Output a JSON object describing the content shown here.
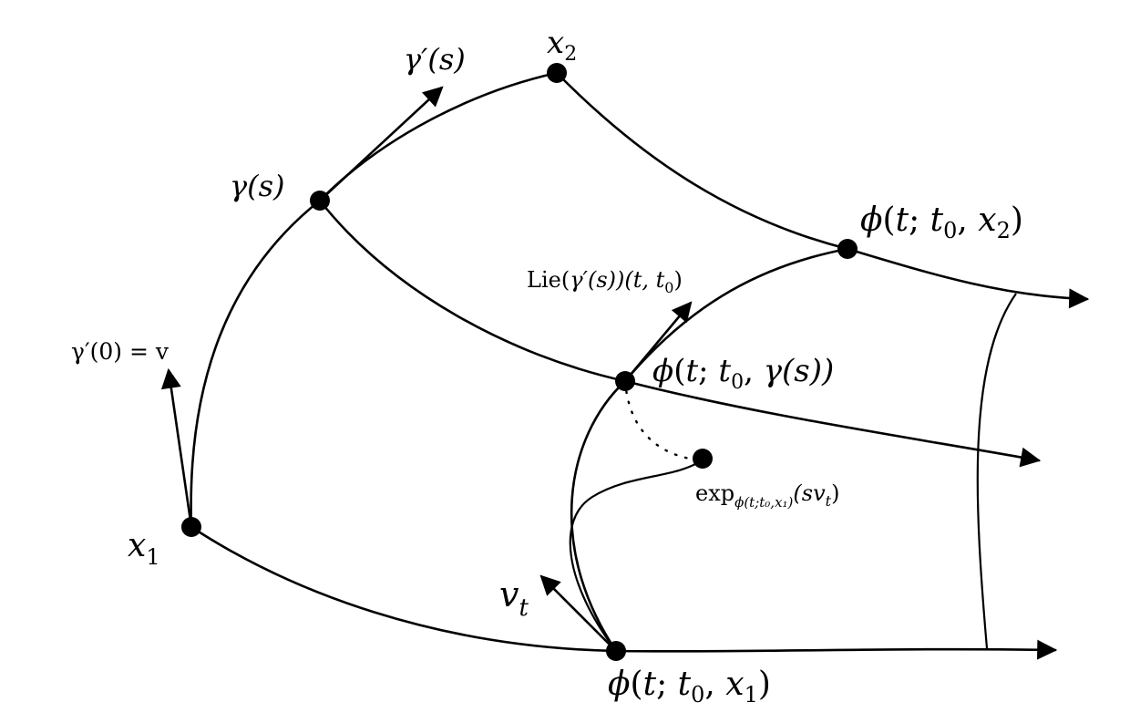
{
  "labels": {
    "x1": {
      "base": "x",
      "sub": "1"
    },
    "x2": {
      "base": "x",
      "sub": "2"
    },
    "gamma_s": {
      "text": "γ(s)"
    },
    "gamma_prime_s": {
      "g": "γ",
      "rest": "′(s)"
    },
    "gamma_prime_0": {
      "text": "γ′(0) = v"
    },
    "phi_x2": {
      "phi": "ϕ",
      "open": "(",
      "t": "t",
      "sep1": "; ",
      "t0": "t",
      "t0sub": "0",
      "sep2": ", ",
      "x": "x",
      "xsub": "2",
      "close": ")"
    },
    "phi_x1": {
      "phi": "ϕ",
      "open": "(",
      "t": "t",
      "sep1": "; ",
      "t0": "t",
      "t0sub": "0",
      "sep2": ", ",
      "x": "x",
      "xsub": "1",
      "close": ")"
    },
    "phi_gamma": {
      "phi": "ϕ",
      "open": "(",
      "t": "t",
      "sep1": "; ",
      "t0": "t",
      "t0sub": "0",
      "sep2": ", ",
      "g": "γ(s))"
    },
    "lie": {
      "lie": "Lie(",
      "g": "γ",
      "mid": "′(s))(t, t",
      "sub": "0",
      "close": ")"
    },
    "vt": {
      "base": "v",
      "sub": "t"
    },
    "exp": {
      "exp": "exp",
      "sub": "ϕ(t;t₀,x₁)",
      "arg": "(sv",
      "argsub": "t",
      "close": ")"
    }
  }
}
